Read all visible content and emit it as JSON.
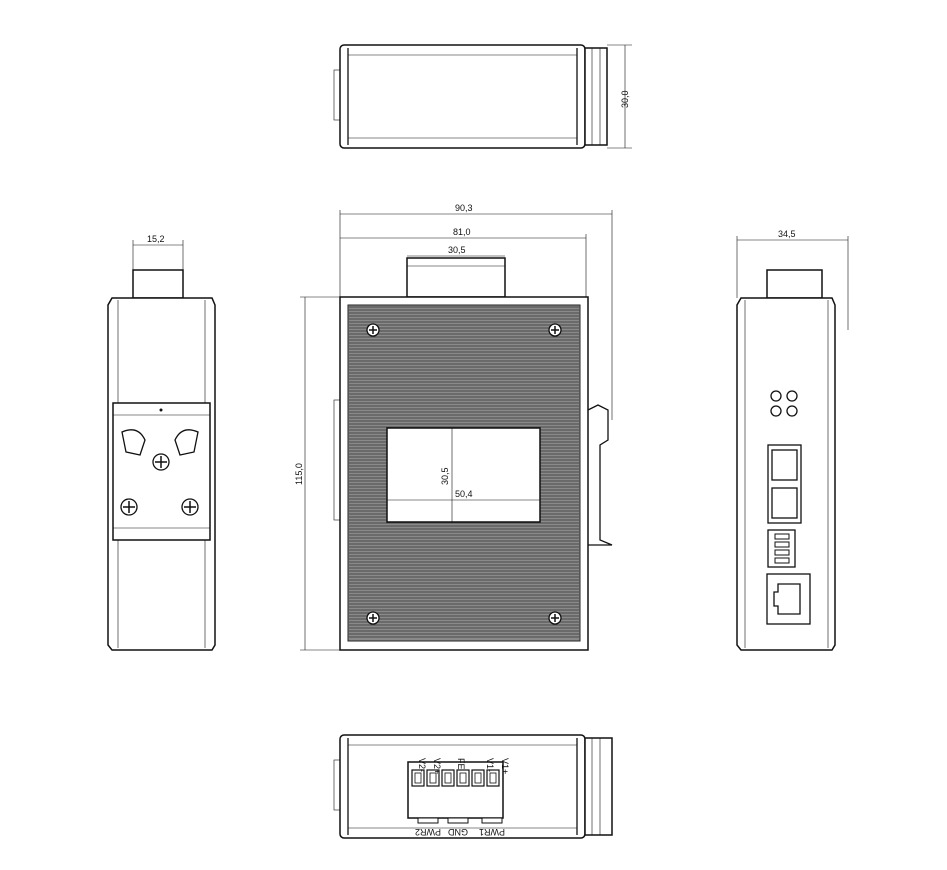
{
  "title": "Industrial switch dimensional drawing",
  "dimensions": {
    "top_height": "30,0",
    "overall_width": "90,3",
    "body_width": "81,0",
    "clip_width": "30,5",
    "overall_height": "115,0",
    "label_height": "30,5",
    "label_width": "50,4",
    "left_clip_width": "15,2",
    "right_depth": "34,5"
  },
  "terminal": {
    "pin_labels": [
      "V2-",
      "V2+",
      "FE",
      "V1-",
      "V1+"
    ],
    "group_labels": [
      "PWR2",
      "GND",
      "PWR1"
    ]
  }
}
